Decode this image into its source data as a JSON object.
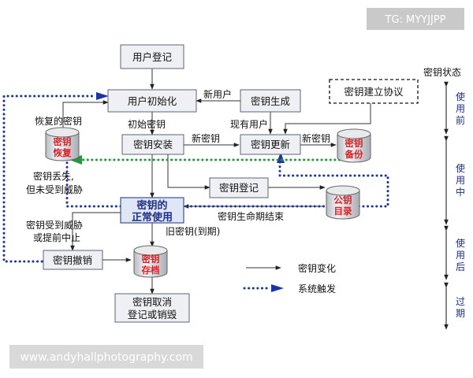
{
  "tag": "TG: MYYJJPP",
  "watermark": "www.andyhallphotography.com",
  "boxes": {
    "user_register": "用户登记",
    "user_init": "用户初始化",
    "key_gen": "密钥生成",
    "key_protocol": "密钥建立协议",
    "key_install": "密钥安装",
    "key_update": "密钥更新",
    "key_register": "密钥登记",
    "normal_use_1": "密钥的",
    "normal_use_2": "正常使用",
    "key_revoke": "密钥撤销",
    "cancel_1": "密钥取消",
    "cancel_2": "登记或销毁"
  },
  "cylinders": {
    "recover_1": "密钥",
    "recover_2": "恢复",
    "backup_1": "密钥",
    "backup_2": "备份",
    "directory_1": "公钥",
    "directory_2": "目录",
    "archive_1": "密钥",
    "archive_2": "存档"
  },
  "edge_labels": {
    "new_user": "新用户",
    "recovered_key": "恢复的密钥",
    "initial_key": "初始密钥",
    "existing_user": "现有用户",
    "new_key_1": "新密钥",
    "new_key_2": "新密钥",
    "lost_1": "密钥丢失,",
    "lost_2": "但未受到威胁",
    "lifecycle_end": "密钥生命期结束",
    "old_key": "旧密钥(到期)",
    "threat_1": "密钥受到威胁",
    "threat_2": "或提前中止"
  },
  "legend": {
    "key_change": "密钥变化",
    "system_trigger": "系统触发"
  },
  "timeline": {
    "title": "密钥状态",
    "before": [
      "使",
      "用",
      "前"
    ],
    "during": [
      "使",
      "用",
      "中"
    ],
    "after": [
      "使",
      "用",
      "后"
    ],
    "expired": [
      "过",
      "期"
    ]
  },
  "colors": {
    "system_trigger": "#1d33a8",
    "recovery_path": "#1c9b3b",
    "cylinder_text": "#e11d22",
    "normal_use_text": "#1f2f88"
  }
}
